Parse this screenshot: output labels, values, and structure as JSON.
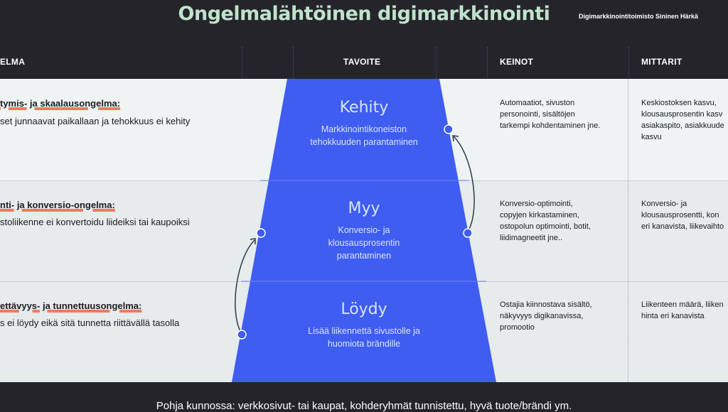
{
  "header": {
    "title": "Ongelmalähtöinen digimarkkinointi",
    "brand": "Digimarkkinointitoimisto Sininen Härkä"
  },
  "columns": {
    "problem": "ELMA",
    "goal": "TAVOITE",
    "means": "KEINOT",
    "metrics": "MITTARIT"
  },
  "rows": [
    {
      "problem_title": "tymis- ja skaalausongelma:",
      "problem_text": "set junnaavat paikallaan ja tehokkuus ei kehity",
      "goal_title": "Kehity",
      "goal_text": "Markkinointikoneiston\ntehokkuuden parantaminen",
      "means": "Automaatiot, sivuston\npersonointi, sisältöjen\ntarkempi kohdentaminen jne.",
      "metrics": "Keskiostoksen kasvu,\nklousausprosentin kasv\nasiakaspito, asiakkuude\nkasvu"
    },
    {
      "problem_title": "nti- ja konversio-ongelma:",
      "problem_text": "stoliikenne ei konvertoidu liideiksi tai kaupoiksi",
      "goal_title": "Myy",
      "goal_text": "Konversio- ja\nklousausprosentin\nparantaminen",
      "means": "Konversio-optimointi,\ncopyjen kirkastaminen,\nostopolun optimointi, botit,\nliidimagneetit jne..",
      "metrics": "Konversio- ja\nklousausprosentti, kon\neri kanavista, liikevaihto"
    },
    {
      "problem_title": "ettävyys- ja tunnettuusongelma:",
      "problem_text": "s ei löydy eikä sitä tunnetta riittävällä tasolla",
      "goal_title": "Löydy",
      "goal_text": "Lisää liikennettä sivustolle ja\nhuomiota brändille",
      "means": "Ostajia kiinnostava sisältö,\nnäkyvyys digikanavissa,\npromootio",
      "metrics": "Liikenteen määrä, liiken\nhinta eri kanavista"
    }
  ],
  "footer": "Pohja kunnossa: verkkosivut- tai kaupat, kohderyhmät tunnistettu, hyvä tuote/brändi ym.",
  "colors": {
    "background": "#26242b",
    "funnel": "#3f5df0",
    "accent_underline": "#f07a5e",
    "title": "#bfe3cc"
  },
  "icons": [
    "arrow-up-right-icon",
    "arrow-up-left-icon"
  ]
}
